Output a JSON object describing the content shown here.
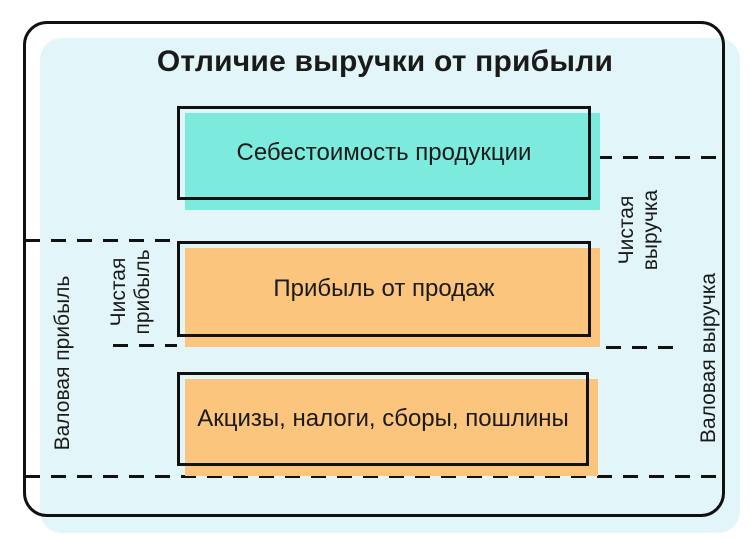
{
  "title": "Отличие выручки от прибыли",
  "boxes": {
    "cost": {
      "label": "Себестоимость продукции"
    },
    "profit": {
      "label": "Прибыль от продаж"
    },
    "taxes": {
      "label": "Акцизы, налоги, сборы, пошлины"
    }
  },
  "side_labels": {
    "gross_profit": "Валовая прибыль",
    "net_profit": {
      "line1": "Чистая",
      "line2": "прибыль"
    },
    "net_revenue": {
      "line1": "Чистая",
      "line2": "выручка"
    },
    "gross_revenue": "Валовая выручка"
  },
  "colors": {
    "teal": "#7CEBDD",
    "orange": "#FBC57E",
    "card": "#E2F5F8",
    "line": "#111111",
    "text": "#1A1A1A"
  }
}
